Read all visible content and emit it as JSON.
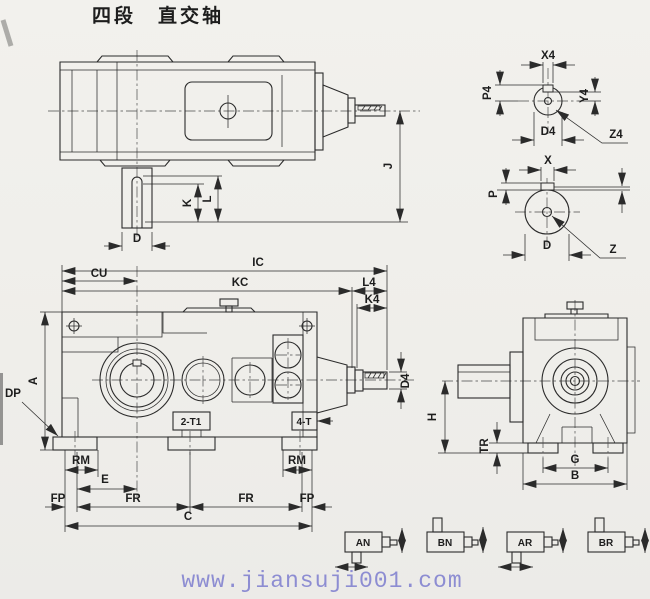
{
  "title": "四段　直交轴",
  "watermark": "www.jiansuji001.com",
  "colors": {
    "paper": "#f0efeb",
    "line": "#2b2b2b",
    "watermark": "#8d8dd2"
  },
  "top_view": {
    "labels": {
      "d": "D",
      "k": "K",
      "l": "L",
      "j": "J"
    }
  },
  "detail_z4": {
    "labels": {
      "x4": "X4",
      "p4": "P4",
      "y4": "Y4",
      "d4": "D4",
      "z4": "Z4"
    }
  },
  "detail_z": {
    "labels": {
      "x": "X",
      "p": "P",
      "d": "D",
      "z": "Z"
    }
  },
  "front_view": {
    "labels": {
      "cu": "CU",
      "ic": "IC",
      "kc": "KC",
      "l4": "L4",
      "k4": "K4",
      "d4": "D4",
      "a": "A",
      "dp": "DP",
      "slot_front": "2-T1",
      "slot_rear": "4-T",
      "rm_left": "RM",
      "rm_right": "RM",
      "e": "E",
      "fp_left": "FP",
      "fr_left": "FR",
      "fr_right": "FR",
      "fp_right": "FP",
      "c": "C"
    }
  },
  "side_view": {
    "labels": {
      "h": "H",
      "tr": "TR",
      "g": "G",
      "b": "B"
    }
  },
  "mount_options": [
    {
      "label": "AN"
    },
    {
      "label": "BN"
    },
    {
      "label": "AR"
    },
    {
      "label": "BR"
    }
  ]
}
